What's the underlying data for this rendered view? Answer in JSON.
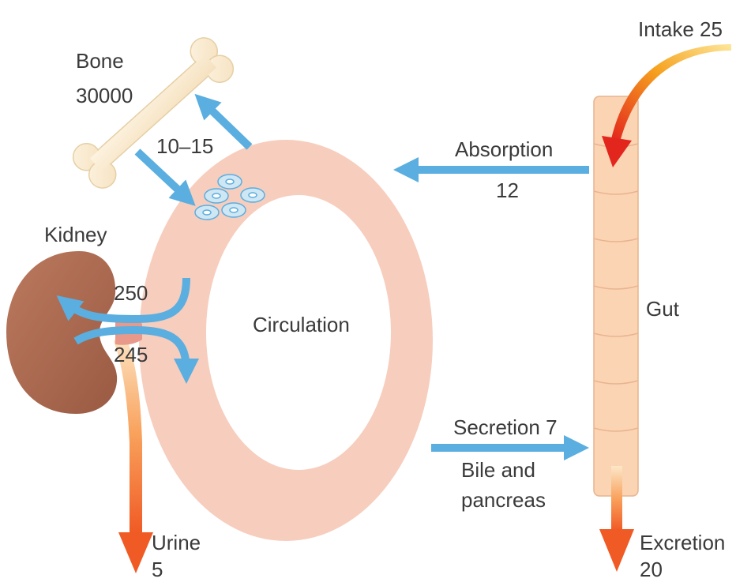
{
  "bone": {
    "label": "Bone",
    "amount": "30000"
  },
  "bone_exchange": {
    "value": "10–15"
  },
  "kidney": {
    "label": "Kidney",
    "filtered": "250",
    "reabsorbed": "245"
  },
  "urine": {
    "label": "Urine",
    "amount": "5"
  },
  "circulation": {
    "label": "Circulation"
  },
  "gut": {
    "label": "Gut"
  },
  "intake": {
    "label": "Intake 25"
  },
  "absorption": {
    "label": "Absorption",
    "amount": "12"
  },
  "secretion": {
    "label": "Secretion 7",
    "source_line1": "Bile and",
    "source_line2": "pancreas"
  },
  "excretion": {
    "label": "Excretion",
    "amount": "20"
  },
  "colors": {
    "flow_arrow": "#5aaee0",
    "circulation_ring": "#f7cdbd",
    "bone": "#fbecd3",
    "kidney": "#a9674e",
    "gut": "#fbd4b4",
    "intake_arrow": "#e3261d",
    "outflow_arrow": "#f05a24"
  }
}
